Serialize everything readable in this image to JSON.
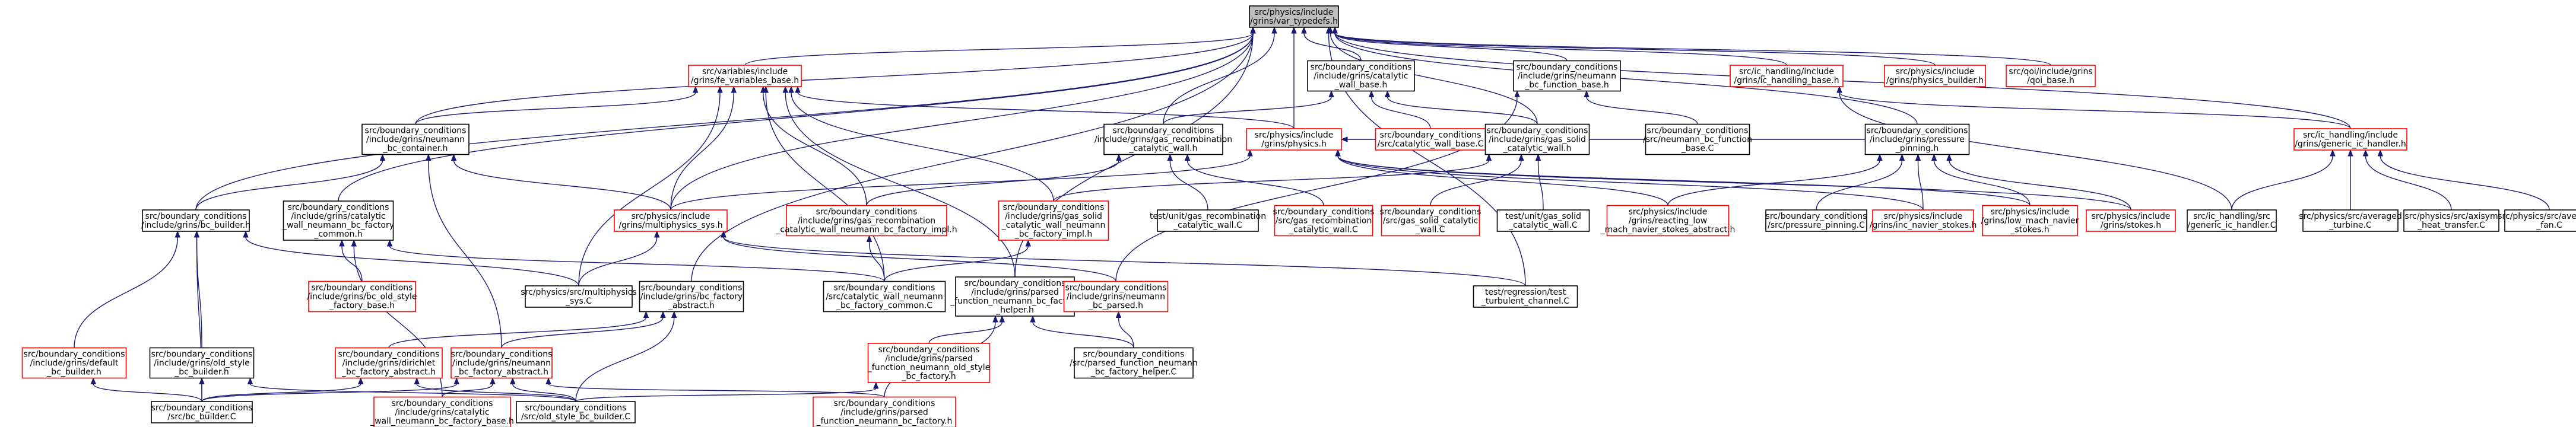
{
  "colors": {
    "edge": "#191970",
    "node_border": "#000000",
    "node_border_unlinked": "#ff0000",
    "root_fill": "#bfbfbf"
  },
  "nodes": [
    {
      "id": "root",
      "style": "gray",
      "lines": [
        "src/physics/include",
        "/grins/var_typedefs.h"
      ]
    },
    {
      "id": "varbase",
      "style": "red",
      "lines": [
        "src/variables/include",
        "/grins/fe_variables_base.h"
      ]
    },
    {
      "id": "catwallbase",
      "style": "black",
      "lines": [
        "src/boundary_conditions",
        "/include/grins/catalytic",
        "_wall_base.h"
      ]
    },
    {
      "id": "neumannfuncbase",
      "style": "black",
      "lines": [
        "src/boundary_conditions",
        "/include/grins/neumann",
        "_bc_function_base.h"
      ]
    },
    {
      "id": "ichandlingbase",
      "style": "red",
      "lines": [
        "src/ic_handling/include",
        "/grins/ic_handling_base.h"
      ]
    },
    {
      "id": "physicsbuilder",
      "style": "red",
      "lines": [
        "src/physics/include",
        "/grins/physics_builder.h"
      ]
    },
    {
      "id": "qoibase",
      "style": "red",
      "lines": [
        "src/qoi/include/grins",
        "/qoi_base.h"
      ]
    },
    {
      "id": "neumannbccontainer",
      "style": "black",
      "lines": [
        "src/boundary_conditions",
        "/include/grins/neumann",
        "_bc_container.h"
      ]
    },
    {
      "id": "gasrecombwall",
      "style": "black",
      "lines": [
        "src/boundary_conditions",
        "/include/grins/gas_recombination",
        "_catalytic_wall.h"
      ]
    },
    {
      "id": "physicsh",
      "style": "red",
      "lines": [
        "src/physics/include",
        "/grins/physics.h"
      ]
    },
    {
      "id": "catwallbaseC",
      "style": "red",
      "lines": [
        "src/boundary_conditions",
        "/src/catalytic_wall_base.C"
      ]
    },
    {
      "id": "gassolidwall",
      "style": "black",
      "lines": [
        "src/boundary_conditions",
        "/include/grins/gas_solid",
        "_catalytic_wall.h"
      ]
    },
    {
      "id": "neumannfuncbaseC",
      "style": "black",
      "lines": [
        "src/boundary_conditions",
        "/src/neumann_bc_function",
        "_base.C"
      ]
    },
    {
      "id": "pressurepinning",
      "style": "black",
      "lines": [
        "src/boundary_conditions",
        "/include/grins/pressure",
        "_pinning.h"
      ]
    },
    {
      "id": "genericichandler",
      "style": "red",
      "lines": [
        "src/ic_handling/include",
        "/grins/generic_ic_handler.h"
      ]
    },
    {
      "id": "bcbuilder",
      "style": "black",
      "lines": [
        "src/boundary_conditions",
        "/include/grins/bc_builder.h"
      ]
    },
    {
      "id": "catwallfactorycommon",
      "style": "black",
      "lines": [
        "src/boundary_conditions",
        "/include/grins/catalytic",
        "_wall_neumann_bc_factory",
        "_common.h"
      ]
    },
    {
      "id": "multiphysicssys",
      "style": "red",
      "lines": [
        "src/physics/include",
        "/grins/multiphysics_sys.h"
      ]
    },
    {
      "id": "gasrecombfactoryimpl",
      "style": "red",
      "lines": [
        "src/boundary_conditions",
        "/include/grins/gas_recombination",
        "_catalytic_wall_neumann_bc_factory_impl.h"
      ]
    },
    {
      "id": "gassolidfactoryimpl",
      "style": "red",
      "lines": [
        "src/boundary_conditions",
        "/include/grins/gas_solid",
        "_catalytic_wall_neumann",
        "_bc_factory_impl.h"
      ]
    },
    {
      "id": "testgasrecomb",
      "style": "black",
      "lines": [
        "test/unit/gas_recombination",
        "_catalytic_wall.C"
      ]
    },
    {
      "id": "gasrecombC",
      "style": "red",
      "lines": [
        "src/boundary_conditions",
        "/src/gas_recombination",
        "_catalytic_wall.C"
      ]
    },
    {
      "id": "gassolidC",
      "style": "red",
      "lines": [
        "src/boundary_conditions",
        "/src/gas_solid_catalytic",
        "_wall.C"
      ]
    },
    {
      "id": "testgassolid",
      "style": "black",
      "lines": [
        "test/unit/gas_solid",
        "_catalytic_wall.C"
      ]
    },
    {
      "id": "reactinglowmach",
      "style": "red",
      "lines": [
        "src/physics/include",
        "/grins/reacting_low",
        "_mach_navier_stokes_abstract.h"
      ]
    },
    {
      "id": "pressurepinningC",
      "style": "black",
      "lines": [
        "src/boundary_conditions",
        "/src/pressure_pinning.C"
      ]
    },
    {
      "id": "incnavierstokes",
      "style": "red",
      "lines": [
        "src/physics/include",
        "/grins/inc_navier_stokes.h"
      ]
    },
    {
      "id": "lowmachnavierstokes",
      "style": "red",
      "lines": [
        "src/physics/include",
        "/grins/low_mach_navier",
        "_stokes.h"
      ]
    },
    {
      "id": "stokes",
      "style": "red",
      "lines": [
        "src/physics/include",
        "/grins/stokes.h"
      ]
    },
    {
      "id": "genericichandlerC",
      "style": "black",
      "lines": [
        "src/ic_handling/src",
        "/generic_ic_handler.C"
      ]
    },
    {
      "id": "averagedturbine",
      "style": "black",
      "lines": [
        "src/physics/src/averaged",
        "_turbine.C"
      ]
    },
    {
      "id": "axisymheattransfer",
      "style": "black",
      "lines": [
        "src/physics/src/axisym",
        "_heat_transfer.C"
      ]
    },
    {
      "id": "averagedfan",
      "style": "black",
      "lines": [
        "src/physics/src/averaged",
        "_fan.C"
      ]
    },
    {
      "id": "bcoldstylefactorybase",
      "style": "red",
      "lines": [
        "src/boundary_conditions",
        "/include/grins/bc_old_style",
        "_factory_base.h"
      ]
    },
    {
      "id": "multiphysicssysC",
      "style": "black",
      "lines": [
        "src/physics/src/multiphysics",
        "_sys.C"
      ]
    },
    {
      "id": "neumannbcfactoryabstract",
      "style": "black",
      "lines": [
        "src/boundary_conditions",
        "/include/grins/bc_factory",
        "_abstract.h"
      ]
    },
    {
      "id": "catwallneumannfactorycommonC",
      "style": "black",
      "lines": [
        "src/boundary_conditions",
        "/src/catalytic_wall_neumann",
        "_bc_factory_common.C"
      ]
    },
    {
      "id": "parsedfuncneumannhelper",
      "style": "black",
      "lines": [
        "src/boundary_conditions",
        "/include/grins/parsed",
        "_function_neumann_bc_factory",
        "_helper.h"
      ]
    },
    {
      "id": "neumannbcparsed",
      "style": "red",
      "lines": [
        "src/boundary_conditions",
        "/include/grins/neumann",
        "_bc_parsed.h"
      ]
    },
    {
      "id": "turbulentchannel",
      "style": "black",
      "lines": [
        "test/regression/test",
        "_turbulent_channel.C"
      ]
    },
    {
      "id": "defaultbcbuilder",
      "style": "red",
      "lines": [
        "src/boundary_conditions",
        "/include/grins/default",
        "_bc_builder.h"
      ]
    },
    {
      "id": "oldstylebcbuilder",
      "style": "black",
      "lines": [
        "src/boundary_conditions",
        "/include/grins/old_style",
        "_bc_builder.h"
      ]
    },
    {
      "id": "dirichletfactoryabstract",
      "style": "red",
      "lines": [
        "src/boundary_conditions",
        "/include/grins/dirichlet",
        "_bc_factory_abstract.h"
      ]
    },
    {
      "id": "neumannfactoryabstract2",
      "style": "red",
      "lines": [
        "src/boundary_conditions",
        "/include/grins/neumann",
        "_bc_factory_abstract.h"
      ]
    },
    {
      "id": "parsedfuncoldstyle",
      "style": "red",
      "lines": [
        "src/boundary_conditions",
        "/include/grins/parsed",
        "_function_neumann_old_style",
        "_bc_factory.h"
      ]
    },
    {
      "id": "parsedfuncneumannhelperC",
      "style": "black",
      "lines": [
        "src/boundary_conditions",
        "/src/parsed_function_neumann",
        "_bc_factory_helper.C"
      ]
    },
    {
      "id": "bcbuilderC",
      "style": "black",
      "lines": [
        "src/boundary_conditions",
        "/src/bc_builder.C"
      ]
    },
    {
      "id": "catwallneumannfactorybase",
      "style": "red",
      "lines": [
        "src/boundary_conditions",
        "/include/grins/catalytic",
        "_wall_neumann_bc_factory_base.h"
      ]
    },
    {
      "id": "oldstylebcbuilderC",
      "style": "black",
      "lines": [
        "src/boundary_conditions",
        "/src/old_style_bc_builder.C"
      ]
    },
    {
      "id": "parsedfuncneumannfactory",
      "style": "red",
      "lines": [
        "src/boundary_conditions",
        "/include/grins/parsed",
        "_function_neumann_bc_factory.h"
      ]
    }
  ]
}
